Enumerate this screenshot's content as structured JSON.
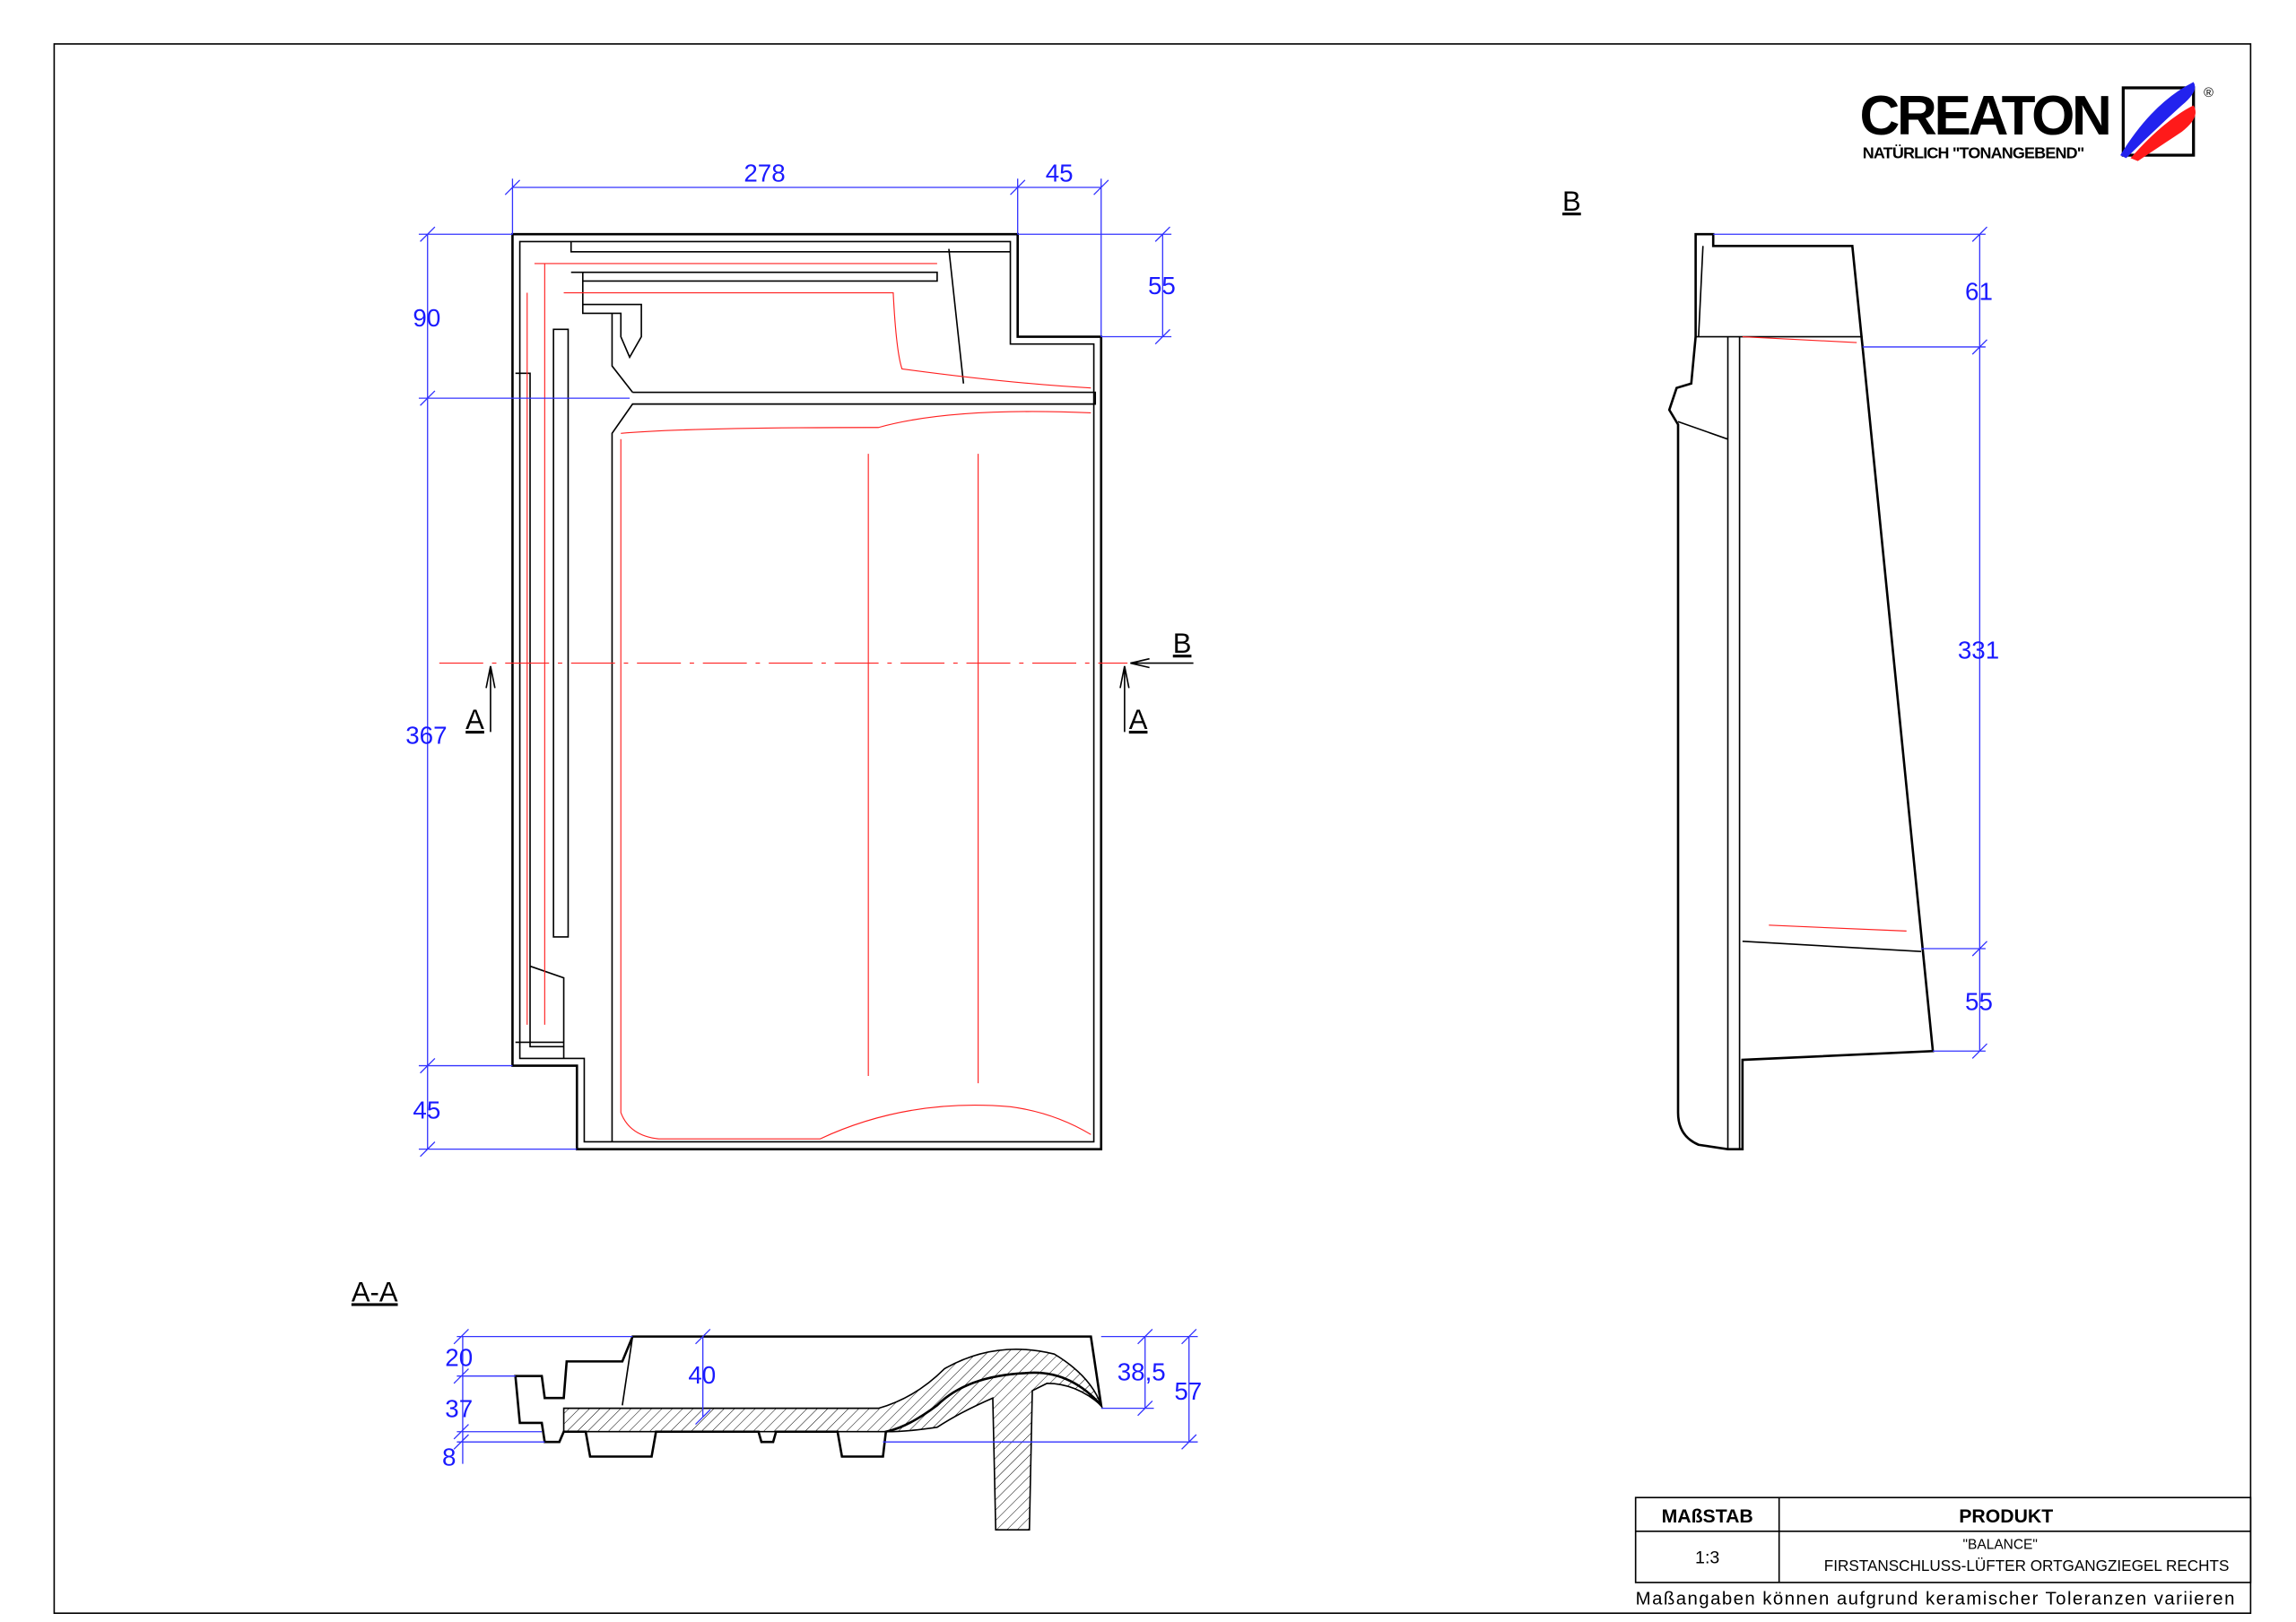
{
  "logo": {
    "brand": "CREATON",
    "tagline": "NATÜRLICH \"TONANGEBEND\"",
    "registered": "®",
    "colors": {
      "blue": "#2222ee",
      "red": "#ff1a1a"
    }
  },
  "plan_view": {
    "dimensions": {
      "width_main": "278",
      "width_step": "45",
      "step_height": "55",
      "top_height": "90",
      "main_height": "367",
      "bottom_step": "45"
    },
    "section_markers": {
      "a_left": "A",
      "a_right": "A",
      "b": "B"
    }
  },
  "view_b": {
    "label": "B",
    "dimensions": {
      "top": "61",
      "middle": "331",
      "bottom": "55"
    }
  },
  "section_aa": {
    "label": "A-A",
    "dimensions": {
      "d20": "20",
      "d37": "37",
      "d8": "8",
      "d40": "40",
      "d38_5": "38,5",
      "d57": "57"
    }
  },
  "title_block": {
    "scale_header": "MAßSTAB",
    "scale_value": "1:3",
    "product_header": "PRODUKT",
    "product_name": "\"BALANCE\"",
    "product_description": "FIRSTANSCHLUSS-LÜFTER ORTGANGZIEGEL RECHTS",
    "disclaimer": "Maßangaben können aufgrund keramischer Toleranzen variieren"
  }
}
